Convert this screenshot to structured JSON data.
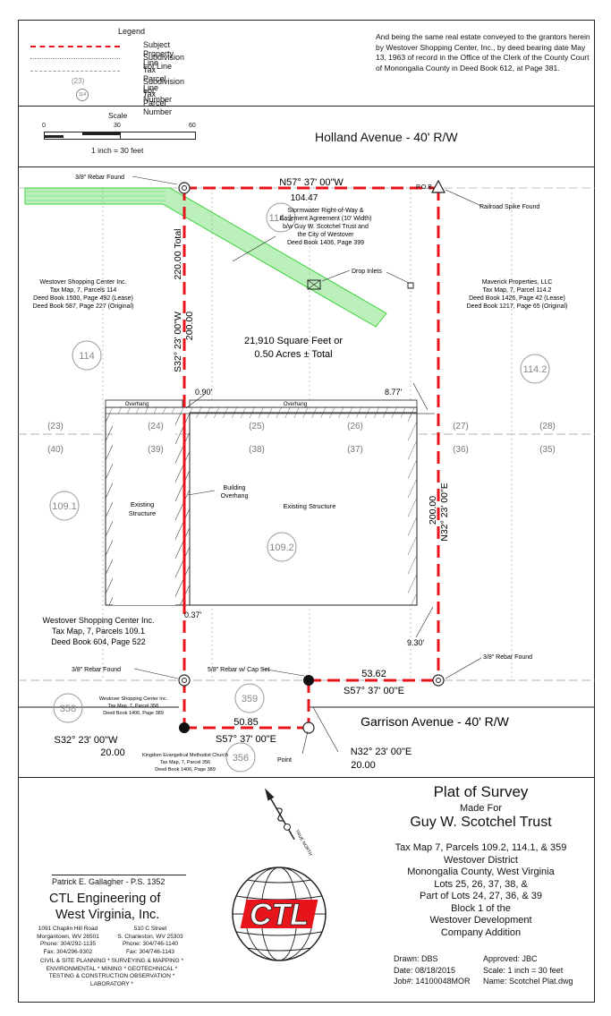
{
  "legend": {
    "title": "Legend",
    "items": [
      {
        "label": "Subject Property Line",
        "style": "red-dash"
      },
      {
        "label": "Subdivision Lot Line",
        "style": "dotted"
      },
      {
        "label": "Tax Parcel Line",
        "style": "dash-dot"
      },
      {
        "label": "Subdivision Lot Number",
        "symbol": "(23)"
      },
      {
        "label": "Tax Parcel Number",
        "symbol": "114"
      }
    ]
  },
  "deed_note": "And being the same real estate conveyed to the grantors herein by Westover Shopping Center, Inc., by deed bearing date May 13, 1963 of record in the Office of the Clerk of the County Court of Monongalia County in Deed Book 612, at Page 381.",
  "scale": {
    "title": "Scale",
    "ticks": [
      "0",
      "30",
      "60"
    ],
    "note": "1 inch = 30 feet"
  },
  "streets": {
    "north": "Holland Avenue - 40' R/W",
    "south": "Garrison Avenue - 40' R/W"
  },
  "plan": {
    "north_bearing": "N57° 37' 00\"W",
    "north_distance": "104.47",
    "pob": "P.O.B.",
    "rebar_found": "3/8\" Rebar Found",
    "railroad_spike": "Railroad Spike Found",
    "west_total": "220.00 Total",
    "west_bearing": "S32° 23' 00\"W",
    "west_distance": "200.00",
    "east_distance": "200.00",
    "east_bearing": "N32° 23' 00\"E",
    "easement_lines": [
      "Stormwater Right-of-Way &",
      "Easement  Agreement (10' Width)",
      "b/w Guy W. Scotchel Trust and",
      "the City of Westover",
      "Deed Book 1406, Page 399"
    ],
    "drop_inlets": "Drop Inlets",
    "area_line1": "21,910 Square Feet or",
    "area_line2": "0.50 Acres ± Total",
    "west_owner_lines": [
      "Westover Shopping Center Inc.",
      "Tax Map, 7, Parcels 114",
      "Deed Book 1500, Page 492 (Lease)",
      "Deed Book 587, Page 227 (Original)"
    ],
    "east_owner_lines": [
      "Maverick Properties, LLC",
      "Tax Map, 7, Parcel 114.2",
      "Deed Book 1426, Page 42 (Lease)",
      "Deed Book 1217, Page 65 (Original)"
    ],
    "parcels": {
      "p114_1": "114.1",
      "p114": "114",
      "p114_2": "114.2",
      "p109_1": "109.1",
      "p109_2": "109.2",
      "p358": "358",
      "p359": "359",
      "p356": "356"
    },
    "lots_upper": [
      "(23)",
      "(24)",
      "(25)",
      "(26)",
      "(27)",
      "(28)"
    ],
    "lots_lower": [
      "(40)",
      "(39)",
      "(38)",
      "(37)",
      "(36)",
      "(35)"
    ],
    "overhang": "Overhang",
    "offset_090": "0.90'",
    "offset_877": "8.77'",
    "offset_037": "0.37'",
    "offset_930": "9.30'",
    "existing_structure": "Existing Structure",
    "existing_structure_west": [
      "Existing",
      "Structure"
    ],
    "building_overhang": [
      "Building",
      "Overhang"
    ],
    "sw_owner_lines": [
      "Westover Shopping Center Inc.",
      "Tax Map, 7, Parcels 109.1",
      "Deed Book 604, Page 522"
    ],
    "rebar_cap": "5/8\" Rebar w/ Cap Set",
    "south_bearing": "S57° 37' 00\"E",
    "south_distance": "53.62",
    "small_bearing": "S57° 37' 00\"E",
    "small_distance": "50.85",
    "ws_bearing": "S32° 23' 00\"W",
    "ws_distance": "20.00",
    "ne_bearing": "N32° 23' 00\"E",
    "ne_distance": "20.00",
    "point": "Point",
    "p358_owner_lines": [
      "Westover Shopping Center Inc.",
      "Tax Map, 7, Parcel 358",
      "Deed Book 1406, Page 389"
    ],
    "church_lines": [
      "Kingdom Evangelical Methodist Church",
      "Tax Map, 7, Parcel 356",
      "Deed Book 1406, Page 389"
    ],
    "north_label": "TRUE NORTH"
  },
  "title": {
    "heading": "Plat of Survey",
    "made_for": "Made For",
    "client": "Guy W. Scotchel Trust",
    "lines": [
      "Tax Map 7, Parcels 109.2, 114.1, & 359",
      "Westover District",
      "Monongalia County, West Virginia",
      "Lots 25, 26, 37, 38, &",
      "Part of Lots 24, 27, 36, & 39",
      "Block 1 of the",
      "Westover Development",
      "Company Addition"
    ],
    "drawn": "Drawn: DBS",
    "approved": "Approved: JBC",
    "date": "Date: 08/18/2015",
    "scale": "Scale: 1 inch = 30 feet",
    "job": "Job#: 14100048MOR",
    "name": "Name: Scotchel Plat.dwg"
  },
  "company": {
    "surveyor": "Patrick E. Gallagher - P.S. 1352",
    "name_line1": "CTL Engineering of",
    "name_line2": "West Virginia, Inc.",
    "office1": [
      "1091 Chaplin Hill Road",
      "Morgantown, WV 26501",
      "Phone: 304/292-1135",
      "Fax: 304/296-9302"
    ],
    "office2": [
      "510 C Street",
      "S. Charleston, WV 25303",
      "Phone: 304/746-1140",
      "Fax: 304/746-1143"
    ],
    "services": [
      "CIVIL & SITE PLANNING * SURVEYING & MAPPING *",
      "ENVIRONMENTAL * MINING * GEOTECHNICAL *",
      "TESTING &  CONSTRUCTION OBSERVATION *",
      "LABORATORY *"
    ],
    "logo_text": "CTL",
    "colors": {
      "red": "#e8141b",
      "green": "#3cd23c"
    }
  }
}
